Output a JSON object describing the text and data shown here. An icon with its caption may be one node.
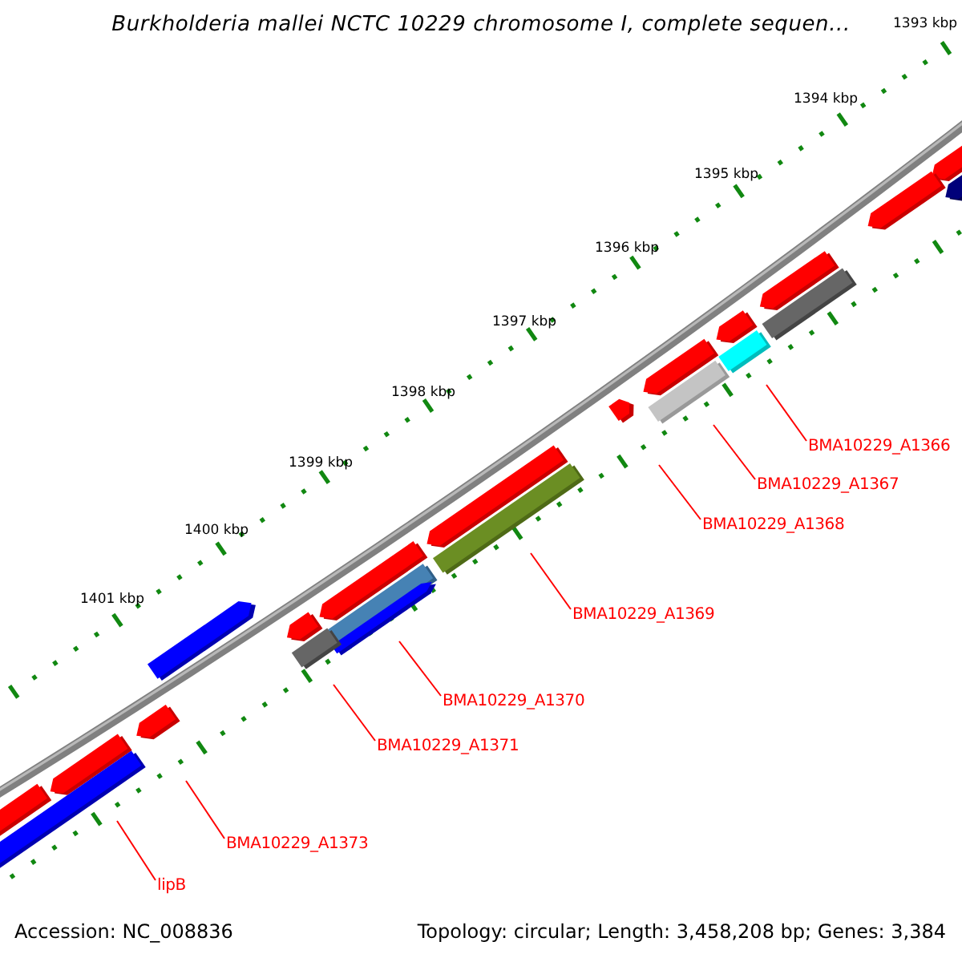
{
  "diagram": {
    "title": "Burkholderia mallei NCTC 10229 chromosome I, complete sequen...",
    "nodes": [
      {
        "text": [
          "BMA10229_A1366"
        ]
      },
      {
        "text": [
          "BMA10229_A1367"
        ]
      },
      {
        "text": [
          "BMA10229_A1368"
        ]
      },
      {
        "text": [
          "BMA10229_A1369"
        ]
      },
      {
        "text": [
          "BMA10229_A1370"
        ]
      },
      {
        "text": [
          "BMA10229_A1371"
        ]
      },
      {
        "text": [
          "BMA10229_A1373"
        ]
      },
      {
        "text": [
          "lipB"
        ]
      }
    ],
    "edges": [
      {
        "from": 0,
        "to": null,
        "arrow": "none"
      },
      {
        "from": 1,
        "to": null,
        "arrow": "none"
      },
      {
        "from": 2,
        "to": null,
        "arrow": "none"
      },
      {
        "from": 3,
        "to": null,
        "arrow": "none"
      },
      {
        "from": 4,
        "to": null,
        "arrow": "none"
      },
      {
        "from": 5,
        "to": null,
        "arrow": "none"
      },
      {
        "from": 6,
        "to": null,
        "arrow": "none"
      },
      {
        "from": 7,
        "to": null,
        "arrow": "none"
      }
    ],
    "labels": [
      "1393 kbp",
      "1394 kbp",
      "1395 kbp",
      "1396 kbp",
      "1397 kbp",
      "1398 kbp",
      "1399 kbp",
      "1400 kbp",
      "1401 kbp",
      "Accession: NC_008836",
      "Topology: circular; Length: 3,458,208 bp; Genes: 3,384"
    ]
  }
}
